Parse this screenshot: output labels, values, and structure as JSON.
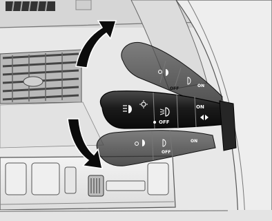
{
  "stalk_labels": {
    "upper_off": "OFF",
    "upper_on": "ON",
    "middle_off": "OFF",
    "middle_on": "ON",
    "lower_off": "OFF",
    "lower_on": "ON"
  },
  "icons": [
    "headlamp-icon",
    "parking-lamp-icon",
    "fog-lamp-icon",
    "turn-signal-arrows-icon",
    "up-arrow-icon",
    "down-arrow-icon"
  ],
  "colors": {
    "background": "#e9e9e9",
    "stalk": "#1e1e1e",
    "stalk_ghost": "#3a3a3a",
    "arrow": "#0c0c0c"
  }
}
